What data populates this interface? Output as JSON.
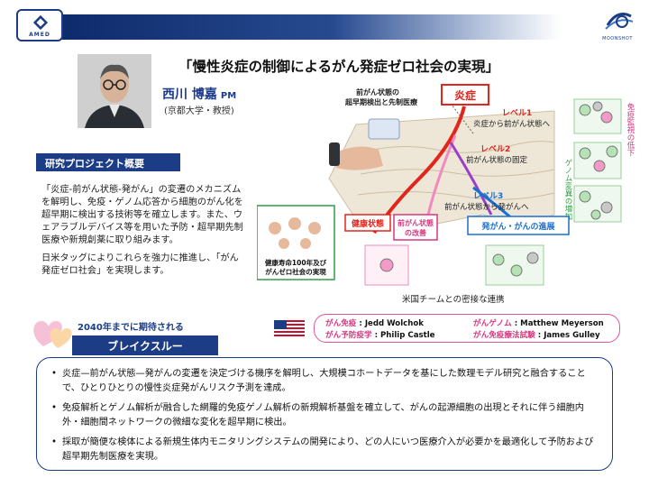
{
  "header": {
    "amed_logo_text": "AMED",
    "moonshot_logo_text": "MOONSHOT"
  },
  "title": "「慢性炎症の制御によるがん発症ゼロ社会の実現」",
  "pi": {
    "name": "西川 博嘉",
    "role": "PM",
    "affiliation": "(京都大学・教授)"
  },
  "summary": {
    "heading": "研究プロジェクト概要",
    "paragraph1": "「炎症-前がん状態-発がん」の変遷のメカニズムを解明し、免疫・ゲノム応答から細胞のがん化を超早期に検出する技術等を確立します。また、ウェアラブルデバイス等を用いた予防・超早期先制医療や新規創薬に取り組みます。",
    "paragraph2": "日米タッグによりこれらを強力に推進し、「がん発症ゼロ社会」を実現します。"
  },
  "diagram": {
    "inflammation": "炎症",
    "precancer_detection_line1": "前がん状態の",
    "precancer_detection_line2": "超早期検出と先制医療",
    "level1_title": "レベル1",
    "level1_desc": "炎症から前がん状態へ",
    "level2_title": "レベル2",
    "level2_desc": "前がん状態の固定",
    "level3_title": "レベル3",
    "level3_desc": "前がん状態から発がんへ",
    "genome_increase": "ゲノム変異の増加",
    "immune_decrease": "免疫監視の低下",
    "healthy": "健康状態",
    "improvement_line1": "前がん状態",
    "improvement_line2": "の改善",
    "progression": "発がん・がんの進展",
    "goal_line1": "健康寿命100年及び",
    "goal_line2": "がんゼロ社会の実現"
  },
  "collaboration": "米国チームとの密接な連携",
  "partners": [
    {
      "label": "がん免疫",
      "name": "Jedd Wolchok"
    },
    {
      "label": "がんゲノム",
      "name": "Matthew Meyerson"
    },
    {
      "label": "がん予防疫学",
      "name": "Philip Castle"
    },
    {
      "label": "がん免疫療法試験",
      "name": "James Gulley"
    }
  ],
  "breakthrough": {
    "by_year": "2040年までに期待される",
    "heading": "ブレイクスルー",
    "items": [
      "炎症—前がん状態—発がんの変遷を決定づける機序を解明し、大規模コホートデータを基にした数理モデル研究と融合することで、ひとりひとりの慢性炎症発がんリスク予測を達成。",
      "免疫解析とゲノム解析が融合した網羅的免疫ゲノム解析の新規解析基盤を確立して、がんの起源細胞の出現とそれに伴う細胞内外・細胞間ネットワークの微細な変化を超早期に検出。",
      "採取が簡便な検体による新規生体内モニタリングシステムの開発により、どの人にいつ医療介入が必要かを最適化して予防および超早期先制医療を実現。"
    ]
  },
  "colors": {
    "navy": "#1c3d86",
    "red": "#e0261d",
    "pink": "#d8367f",
    "purple": "#9b3fc7",
    "blue": "#1a6fd0",
    "green": "#2f9e44"
  }
}
